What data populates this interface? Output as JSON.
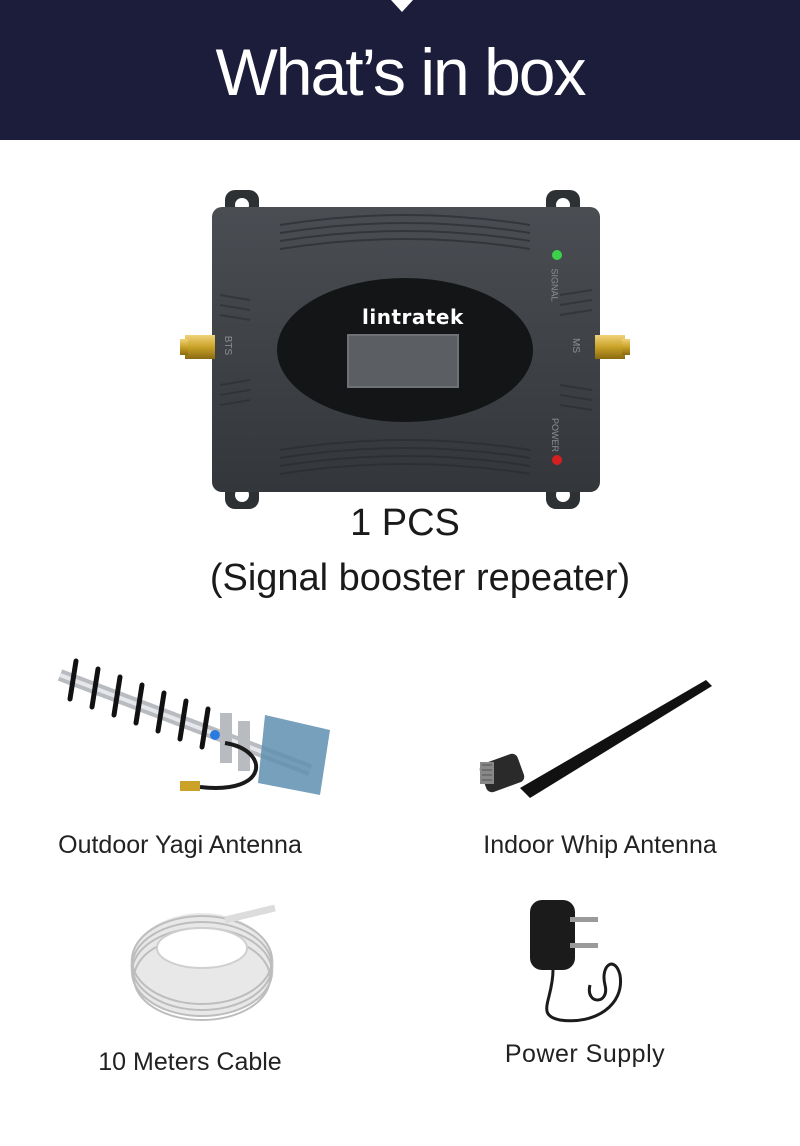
{
  "header": {
    "title": "What’s in box"
  },
  "booster": {
    "brand": "lintratek",
    "qty": "1 PCS",
    "description": "(Signal booster repeater)",
    "port_left": "BTS",
    "port_right": "MS",
    "led_top": "SIGNAL",
    "led_bottom": "POWER"
  },
  "items": [
    {
      "label": "Outdoor Yagi Antenna",
      "icon": "yagi-antenna-icon"
    },
    {
      "label": "Indoor Whip Antenna",
      "icon": "whip-antenna-icon"
    },
    {
      "label": "10 Meters Cable",
      "icon": "cable-coil-icon"
    },
    {
      "label": "Power Supply",
      "icon": "power-adapter-icon"
    }
  ],
  "colors": {
    "header_bg": "#1c1d3b",
    "device_body": "#3c4044",
    "connector_gold": "#c9a227"
  }
}
